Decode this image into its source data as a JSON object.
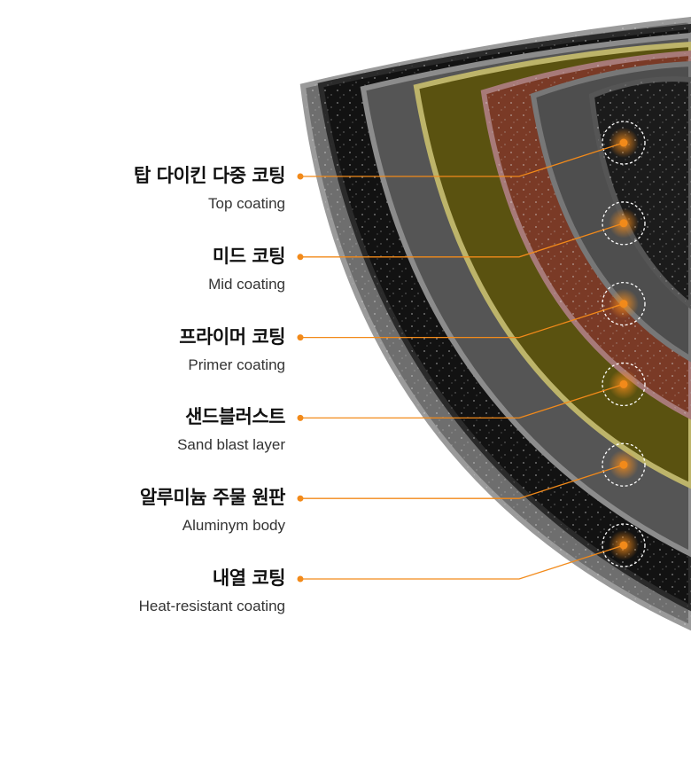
{
  "layers": [
    {
      "ko": "탑 다이킨 다중 코팅",
      "en": "Top coating"
    },
    {
      "ko": "미드 코팅",
      "en": "Mid coating"
    },
    {
      "ko": "프라이머 코팅",
      "en": "Primer coating"
    },
    {
      "ko": "샌드블러스트",
      "en": "Sand blast layer"
    },
    {
      "ko": "알루미늄 주물 원판",
      "en": "Aluminym body"
    },
    {
      "ko": "내열 코팅",
      "en": "Heat-resistant coating"
    }
  ],
  "colors": {
    "accent": "#f28a1a",
    "text": "#111111",
    "subtext": "#333333"
  }
}
